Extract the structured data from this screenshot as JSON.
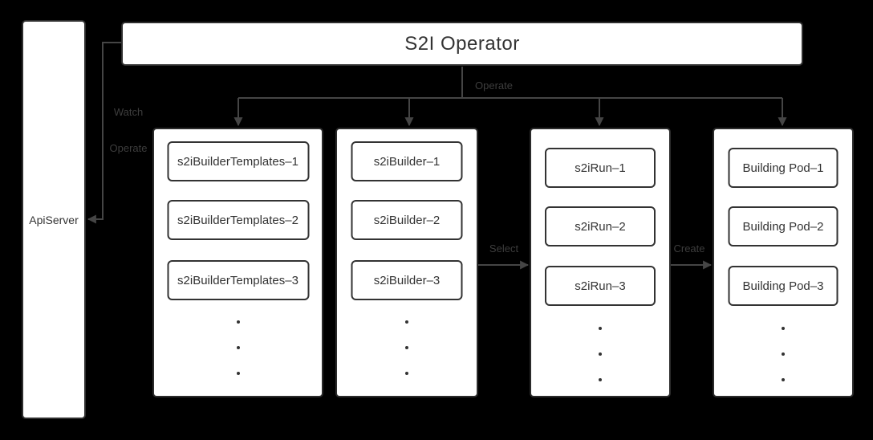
{
  "canvas": {
    "background": "#000000"
  },
  "palette": {
    "node_fill": "#ffffff",
    "node_border": "#2e2e2e",
    "item_border": "#333333",
    "node_text": "#333333",
    "connector": "#454545",
    "edge_label_text": "#3d3d3d"
  },
  "api_server": {
    "label": "ApiServer"
  },
  "operator": {
    "title": "S2I Operator"
  },
  "edges": {
    "watch": {
      "lines": [
        "Watch",
        "Operate"
      ]
    },
    "operate": {
      "label": "Operate"
    },
    "select": {
      "label": "Select"
    },
    "create": {
      "label": "Create"
    }
  },
  "columns": [
    {
      "id": "s2i-builder-templates",
      "items": [
        "s2iBuilderTemplates–1",
        "s2iBuilderTemplates–2",
        "s2iBuilderTemplates–3"
      ]
    },
    {
      "id": "s2i-builder",
      "items": [
        "s2iBuilder–1",
        "s2iBuilder–2",
        "s2iBuilder–3"
      ]
    },
    {
      "id": "s2i-run",
      "items": [
        "s2iRun–1",
        "s2iRun–2",
        "s2iRun–3"
      ]
    },
    {
      "id": "building-pod",
      "items": [
        "Building Pod–1",
        "Building Pod–2",
        "Building Pod–3"
      ]
    }
  ]
}
